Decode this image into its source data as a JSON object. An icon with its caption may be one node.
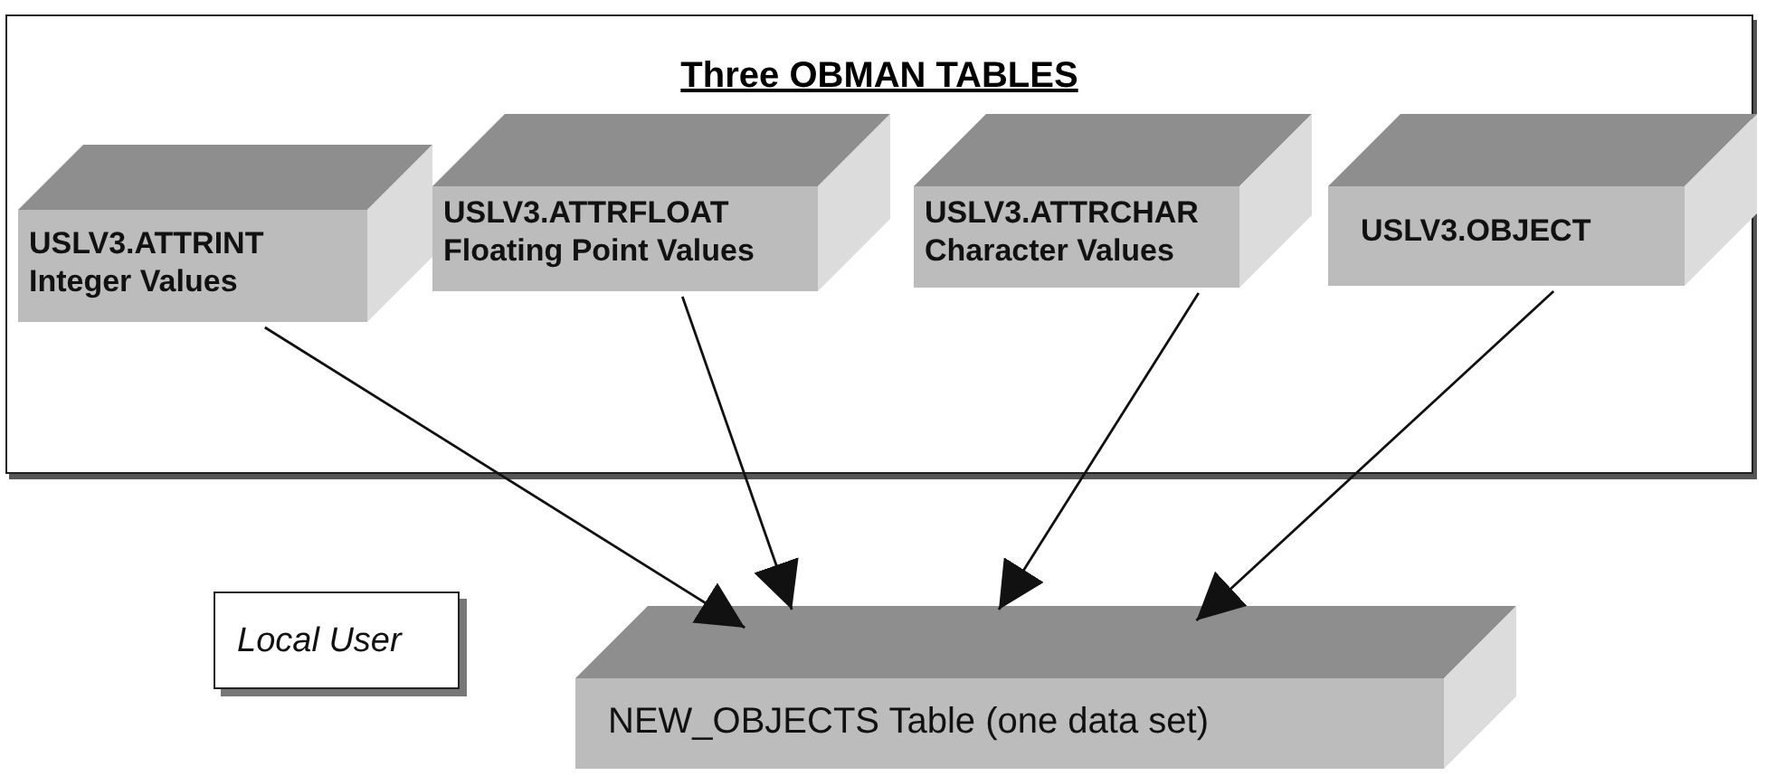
{
  "diagram": {
    "nodes": [
      {
        "text": [
          "Three OBMAN TABLES"
        ]
      },
      {
        "text": [
          "USLV3.ATTRINT Integer Values"
        ],
        "in": 0
      },
      {
        "text": [
          "USLV3.ATTRFLOAT Floating Point Values"
        ],
        "in": 0
      },
      {
        "text": [
          "USLV3.ATTRCHAR Character Values"
        ],
        "in": 0
      },
      {
        "text": [
          "USLV3.OBJECT"
        ],
        "in": 0
      },
      {
        "text": [
          "Local User"
        ]
      },
      {
        "text": [
          "NEW_OBJECTS Table (one data set)"
        ]
      }
    ],
    "edges": [
      {
        "from": 1,
        "to": 6,
        "arrow": "to"
      },
      {
        "from": 2,
        "to": 6,
        "arrow": "to"
      },
      {
        "from": 3,
        "to": 6,
        "arrow": "to"
      },
      {
        "from": 4,
        "to": 6,
        "arrow": "to"
      }
    ]
  }
}
